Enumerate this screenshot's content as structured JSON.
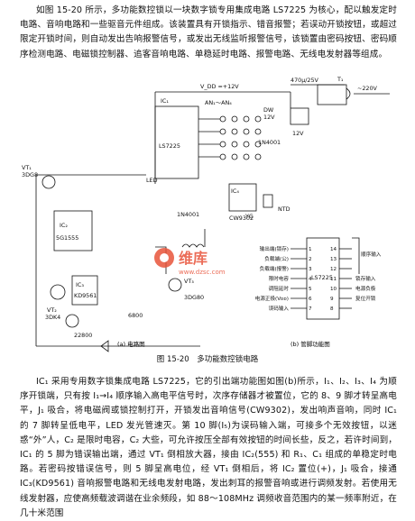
{
  "doc": {
    "intro": "如图 15-20 所示，多功能数控锁以一块数字锁专用集成电路 LS7225 为核心，配以触发定时电路、音响电路和一些驱音元件组成。该装置具有开锁指示、错音报警；若误动开锁按钮，或超过限定开锁时间，则自动发出告响报警信号，或发出无线监听报警信号，该锁置由密码按钮、密码顺序检测电路、电磁锁控制器、追客音响电路、单稳延时电路、报警电路、无线电发射器等组成。",
    "figure_caption": "图 15-20　多功能数控锁电路",
    "sub_a": "(a) 电路图",
    "sub_b": "(b) 管脚功能图",
    "body": "IC₁ 采用专用数字锁集成电路 LS7225，它的引出端功能图如图(b)所示，I₁、I₂、I₃、I₄ 为顺序开锁端，只有按 I₁→I₄ 顺序输入高电平信号时，次序存储器才被置位，它的 8、9 脚才转呈高电平，J₁ 吸合，将电磁阀或锁控制打开，开锁发出音响信号(CW9302)，发出响声音响，同时 IC₁ 的 7 脚转呈低电平，LED 发光管速灭。第 10 脚(I₅)为误码输入端，可接多个无效按钮，以迷惑“外”人，C₂ 是限时电容，C₂ 大些，可允许按压全部有效按钮的时间长些，反之，若许时间到，IC₁ 的 5 脚为错误输出端，通过 VT₁ 倒相放大器，接由 IC₂(555) 和 R₁、C₁ 组成的单稳定时电路。若密码按错误信号，则 5 脚呈高电位，经 VT₁ 倒相后，将 IC₂ 置位(+)，J₁ 吸合，接通 IC₃(KD9561) 音响报警电路和无线电发射电路，发出刺耳的报警音响或进行调频发射。若使用无线发射器，应使高频载波调谐在业余频段，如 88～108MHz 调频收音范围内的某一频率附近，在几十米范围"
  },
  "labels": {
    "vdd": "V_DD =+12V",
    "c_top": "470μ/25V",
    "ic1": "IC₁",
    "ls7225": "LS7225",
    "an": "AN₁～AN₄",
    "ic2": "IC₂",
    "ic2_part": "5G1555",
    "ic3": "IC₃",
    "ic3_part": "KD9561",
    "ic4": "IC₄",
    "ic4_part": "CW9302",
    "ic_pin": "LS7225",
    "vt1": "VT₁",
    "vt1_part": "3DG8",
    "vt2": "VT₂",
    "vt2_part": "3DK4",
    "vt3": "VT₃",
    "vt3_part": "3DG80",
    "c22": "22800",
    "c6800": "6800",
    "d1": "1N4001",
    "d2": "1N4001",
    "led": "LED",
    "ygq": "YG",
    "ntd": "NTD",
    "v12": "12V",
    "v220": "~220V",
    "t1": "T₁",
    "dw": "DW",
    "dw_v": "12V",
    "pins_left": [
      "输出端(锁存)",
      "负载端(公)",
      "负载端(报警)",
      "限时电容",
      "调阻延时",
      "电源正极(Vᴅᴅ)",
      "误码输入"
    ],
    "pins_right": [
      "顺序输入",
      "锁存输入",
      "电源负极",
      "复位开锁"
    ],
    "pins_num_l": [
      "1",
      "2",
      "3",
      "4",
      "5",
      "6",
      "7"
    ],
    "pins_num_r": [
      "14",
      "13",
      "12",
      "11",
      "10",
      "9",
      "8"
    ]
  },
  "watermark": {
    "title": "维库",
    "url": "www.dzsc.com"
  }
}
